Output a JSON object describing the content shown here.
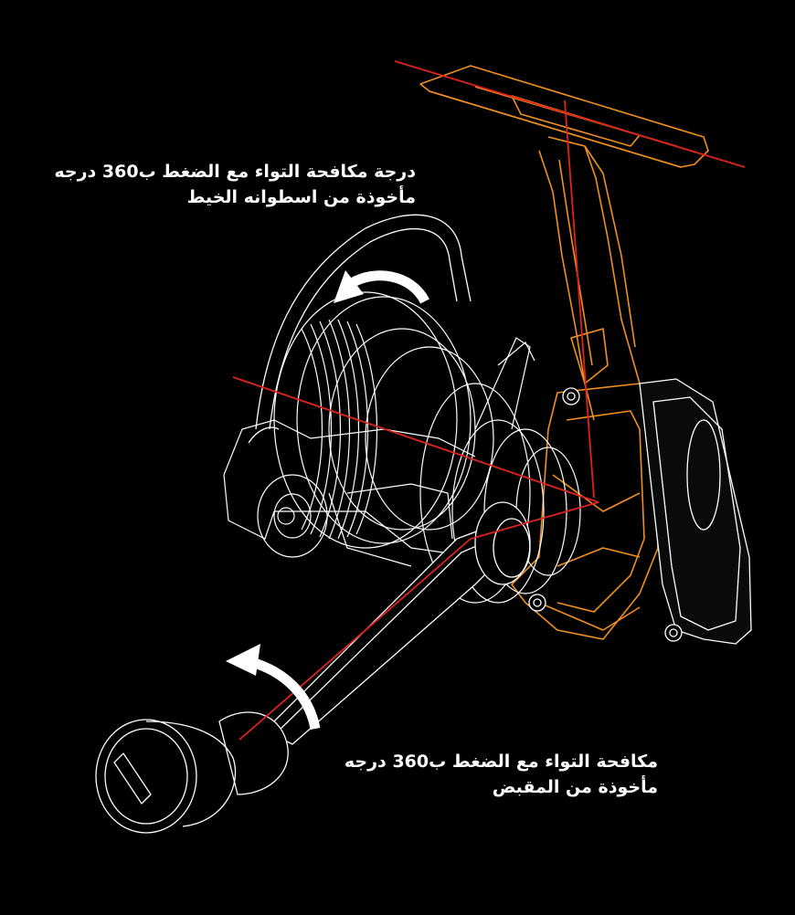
{
  "annotations": {
    "spool": {
      "line1": "درجة مكافحة التواء مع الضغط ب360 درجه",
      "line2": "مأخوذة من اسطوانه الخيط"
    },
    "handle": {
      "line1": "مكافحة التواء مع الضغط ب360 درجه",
      "line2": "مأخوذة من المقبض"
    }
  },
  "colors": {
    "background": "#000000",
    "wireframe": "#ffffff",
    "body_accent": "#f0901e",
    "guide_line": "#e0231c",
    "arrow": "#ffffff"
  },
  "icons": [
    "curved-arrow-icon",
    "curved-arrow-icon"
  ]
}
